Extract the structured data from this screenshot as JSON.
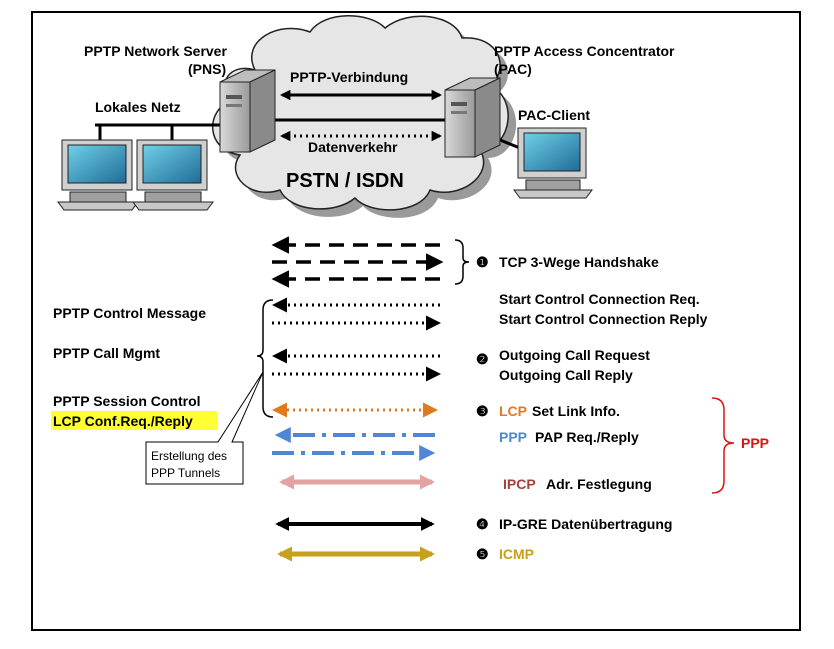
{
  "nodes": {
    "pns_title": "PPTP Network Server",
    "pns_abbr": "(PNS)",
    "pac_title": "PPTP Access Concentrator",
    "pac_abbr": "(PAC)",
    "lan": "Lokales Netz",
    "pac_client": "PAC-Client",
    "cloud": "PSTN / ISDN",
    "pptp_connection": "PPTP-Verbindung",
    "data_traffic": "Datenverkehr"
  },
  "left_labels": {
    "control_message": "PPTP Control Message",
    "call_mgmt": "PPTP Call Mgmt",
    "session_control": "PPTP Session Control",
    "lcp_highlight": "LCP Conf.Req./Reply",
    "callout_line1": "Erstellung des",
    "callout_line2": "PPP Tunnels"
  },
  "steps": {
    "s1_num": "❶",
    "s1_text": "TCP 3-Wege Handshake",
    "s1b_line1": "Start Control Connection Req.",
    "s1b_line2": "Start Control Connection Reply",
    "s2_num": "❷",
    "s2_line1": "Outgoing Call Request",
    "s2_line2": "Outgoing Call Reply",
    "s3_num": "❸",
    "s3_proto": "LCP",
    "s3_text": "Set Link Info.",
    "ppp_proto": "PPP",
    "ppp_text": "PAP Req./Reply",
    "ipcp_proto": "IPCP",
    "ipcp_text": "Adr. Festlegung",
    "ppp_group": "PPP",
    "s4_num": "❹",
    "s4_text": "IP-GRE Datenübertragung",
    "s5_num": "❺",
    "s5_text": "ICMP"
  },
  "colors": {
    "lcp": "#e07a1f",
    "ppp": "#4f86d6",
    "ipcp": "#a8403a",
    "ipcp_arrow": "#e3a3a0",
    "icmp": "#c7a01c",
    "group_red": "#e01010",
    "highlight": "#ffff33"
  }
}
